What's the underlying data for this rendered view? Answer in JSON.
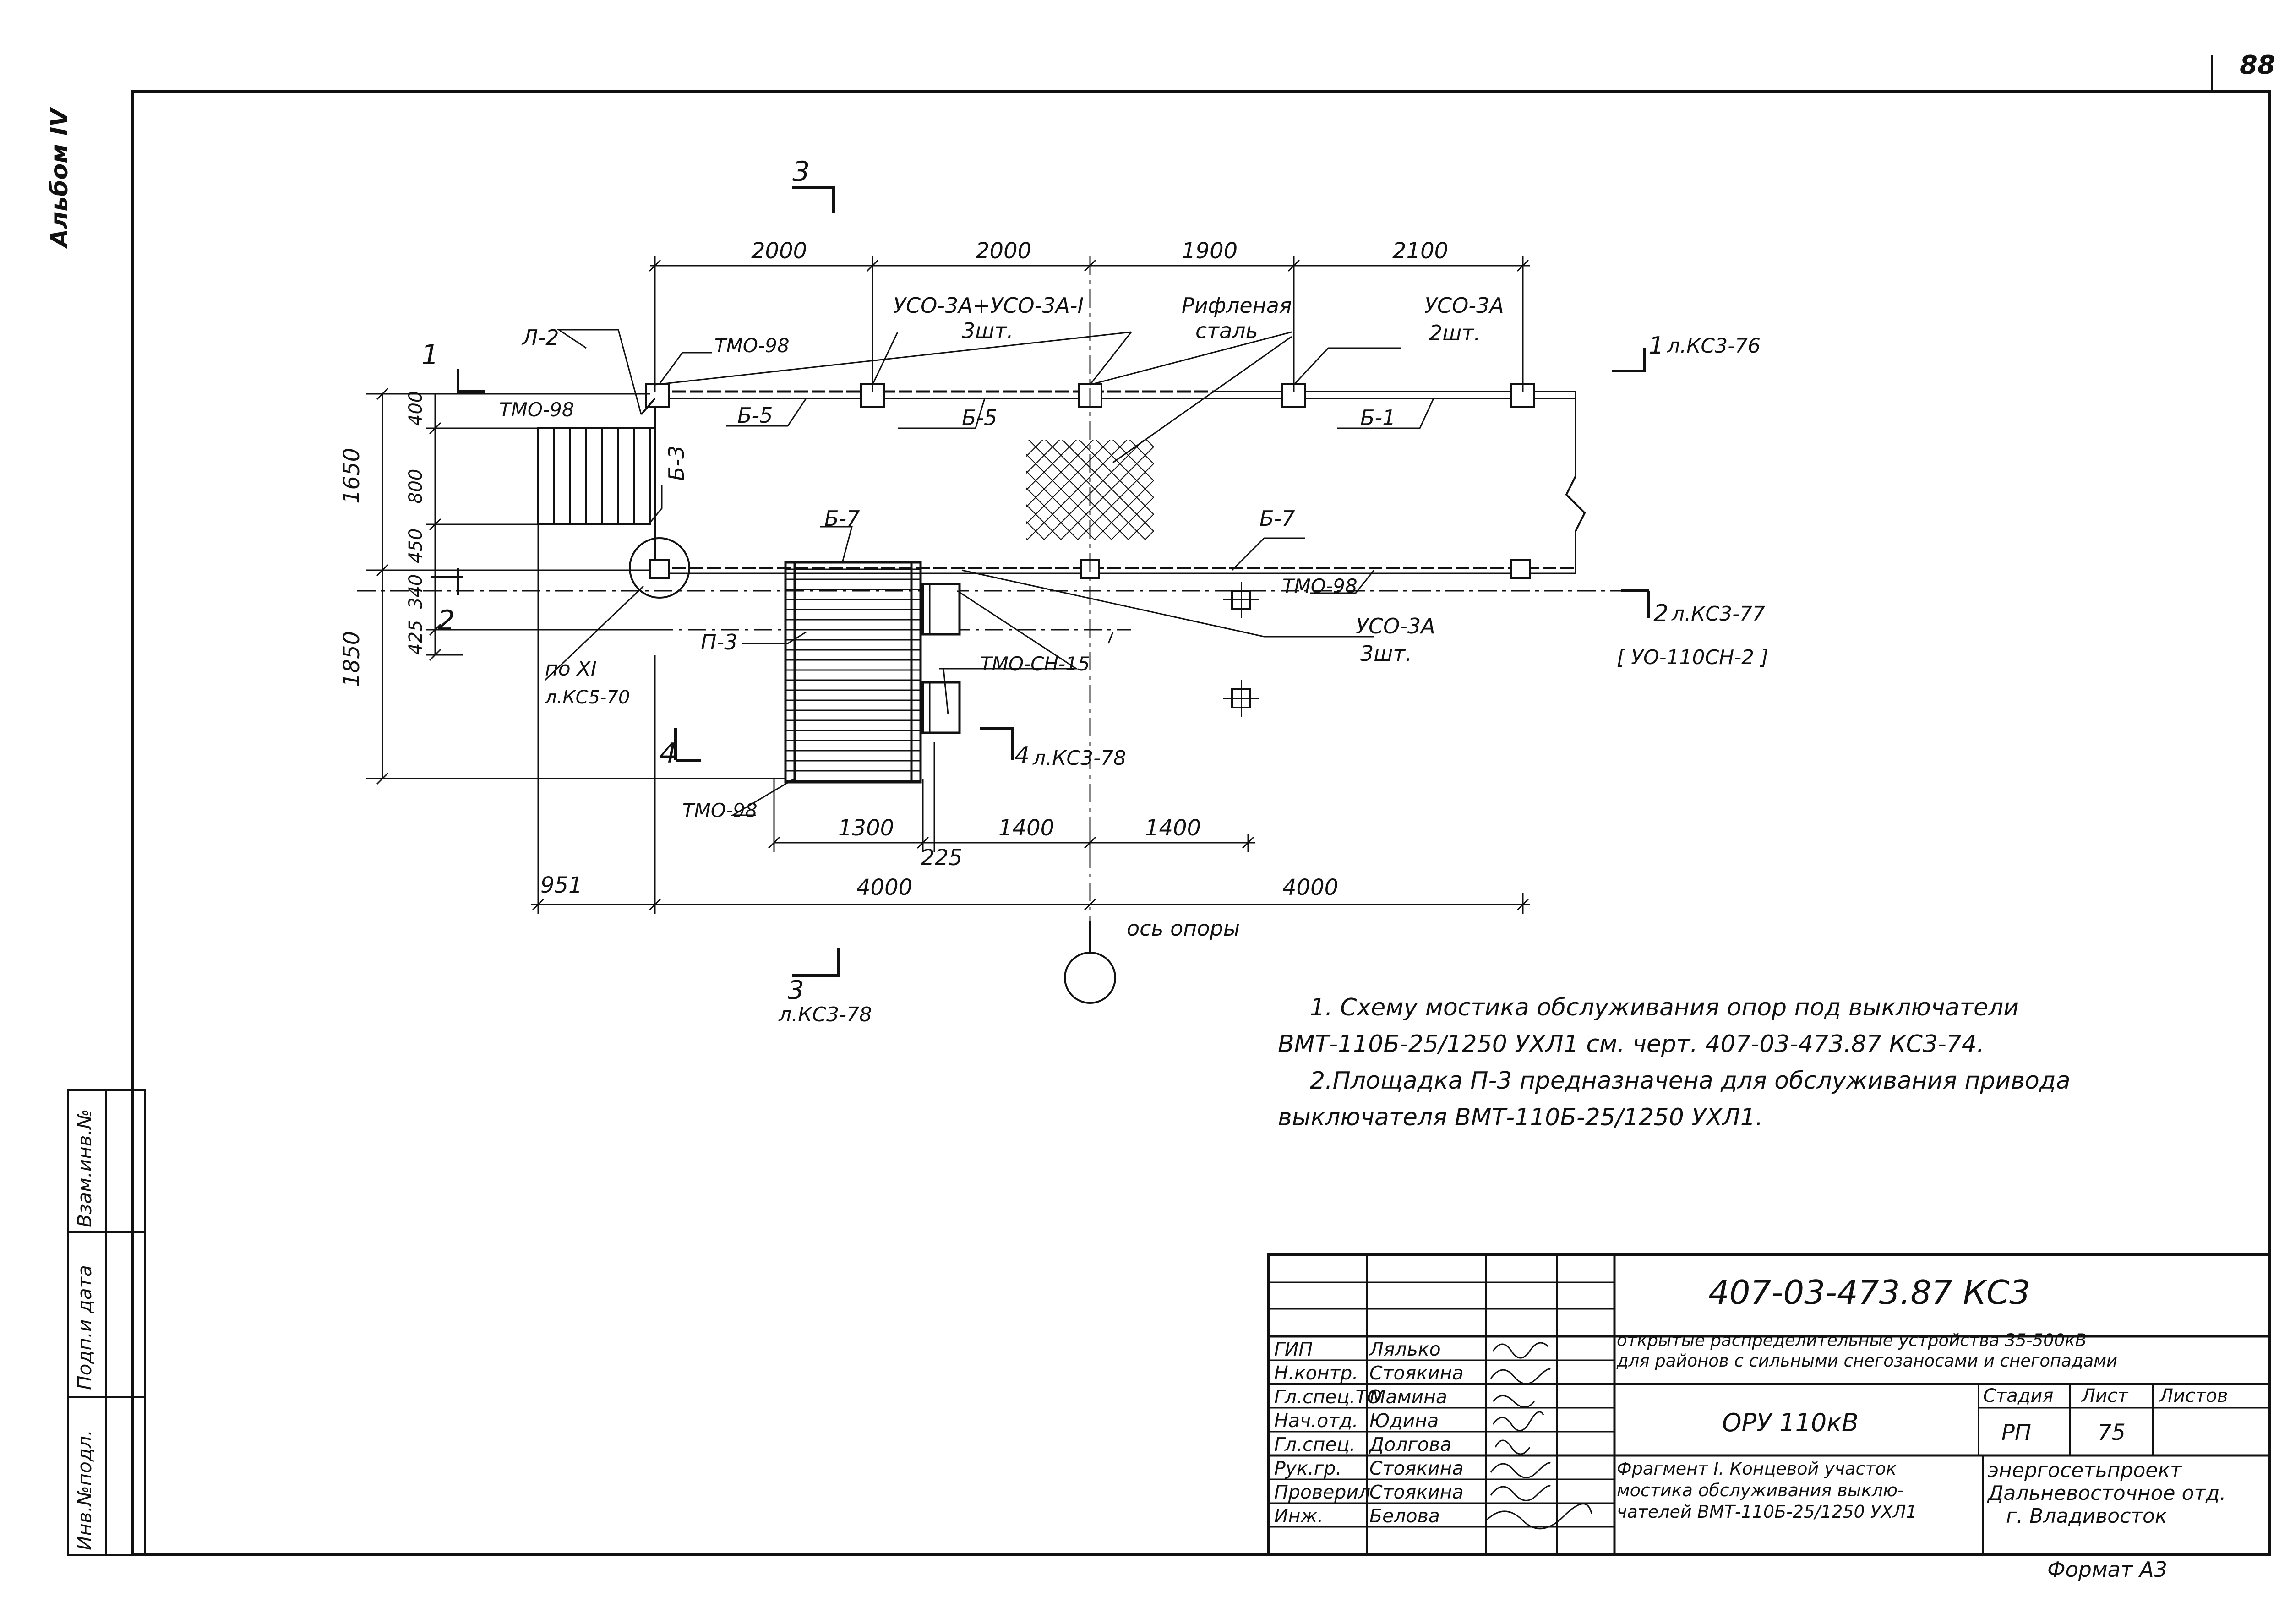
{
  "page_number": "88",
  "album_label": "Альбом IV",
  "side_stamp": {
    "inv_podl": "Инв.№подл.",
    "podp_data": "Подп.и дата",
    "vzam_inv": "Взам.инв.№"
  },
  "dimensions": {
    "top": [
      "2000",
      "2000",
      "1900",
      "2100"
    ],
    "left_upper_total": "1650",
    "left_upper_parts": [
      "400",
      "800",
      "450"
    ],
    "left_lower_total": "1850",
    "left_lower_parts": [
      "340",
      "425"
    ],
    "bottom_inner": [
      "1300",
      "225",
      "1400",
      "1400"
    ],
    "bottom_outer": [
      "951",
      "4000",
      "4000"
    ]
  },
  "labels": {
    "uso_top_left": "УСО-3А+УСО-3А-I",
    "uso_top_left_qty": "3шт.",
    "riflenaya": "Рифленая",
    "riflenaya2": "сталь",
    "uso_top_right": "УСО-3А",
    "uso_top_right_qty": "2шт.",
    "l2": "Л-2",
    "tmo98_a": "ТМО-98",
    "tmo98_b": "ТМО-98",
    "tmo98_c": "ТМО-98",
    "tmo98_d": "ТМО-98",
    "b5_a": "Б-5",
    "b5_b": "Б-5",
    "b1": "Б-1",
    "b3": "Б-3",
    "b7_a": "Б-7",
    "b7_b": "Б-7",
    "p3": "П-3",
    "tmo_sn15": "ТМО-СН-15",
    "uso_bottom": "УСО-3А",
    "uso_bottom_qty": "3шт.",
    "uo": "[ УО-110СН-2 ]",
    "po_xi": "по XI",
    "l_ks5_70": "л.КС5-70",
    "os_opory": "ось опоры"
  },
  "section_marks": {
    "s1_left": "1",
    "s1_right": "1",
    "s1_right_ref": "л.КС3-76",
    "s2_left": "2",
    "s2_right": "2",
    "s2_right_ref": "л.КС3-77",
    "s3_top": "3",
    "s3_bottom": "3",
    "s3_bottom_ref": "л.КС3-78",
    "s4_left": "4",
    "s4_right": "4",
    "s4_right_ref": "л.КС3-78"
  },
  "notes": [
    "1. Схему мостика обслуживания опор под выключатели",
    "ВМТ-110Б-25/1250 УХЛ1 см. черт. 407-03-473.87 КС3-74.",
    "2.Площадка П-3 предназначена для обслуживания привода",
    "выключателя ВМТ-110Б-25/1250 УХЛ1."
  ],
  "title_block": {
    "doc_code": "407-03-473.87   КС3",
    "project_title_1": "открытые распределительные устройства 35-500кВ",
    "project_title_2": "для районов с сильными снегозаносами и снегопадами",
    "object": "ОРУ 110кВ",
    "stage_label": "Стадия",
    "sheet_label": "Лист",
    "sheets_label": "Листов",
    "stage": "РП",
    "sheet": "75",
    "sheets": "",
    "drawing_title_1": "Фрагмент I. Концевой участок",
    "drawing_title_2": "мостика обслуживания выклю-",
    "drawing_title_3": "чателей ВМТ-110Б-25/1250 УХЛ1",
    "org_1": "энергосетьпроект",
    "org_2": "Дальневосточное отд.",
    "org_3": "г. Владивосток",
    "format": "Формат А3",
    "roles": [
      "ГИП",
      "Н.контр.",
      "Гл.спец.ТО",
      "Нач.отд.",
      "Гл.спец.",
      "Рук.гр.",
      "Проверил",
      "Инж."
    ],
    "names": [
      "Лялько",
      "Стоякина",
      "Мамина",
      "Юдина",
      "Долгова",
      "Стоякина",
      "Стоякина",
      "Белова"
    ]
  }
}
